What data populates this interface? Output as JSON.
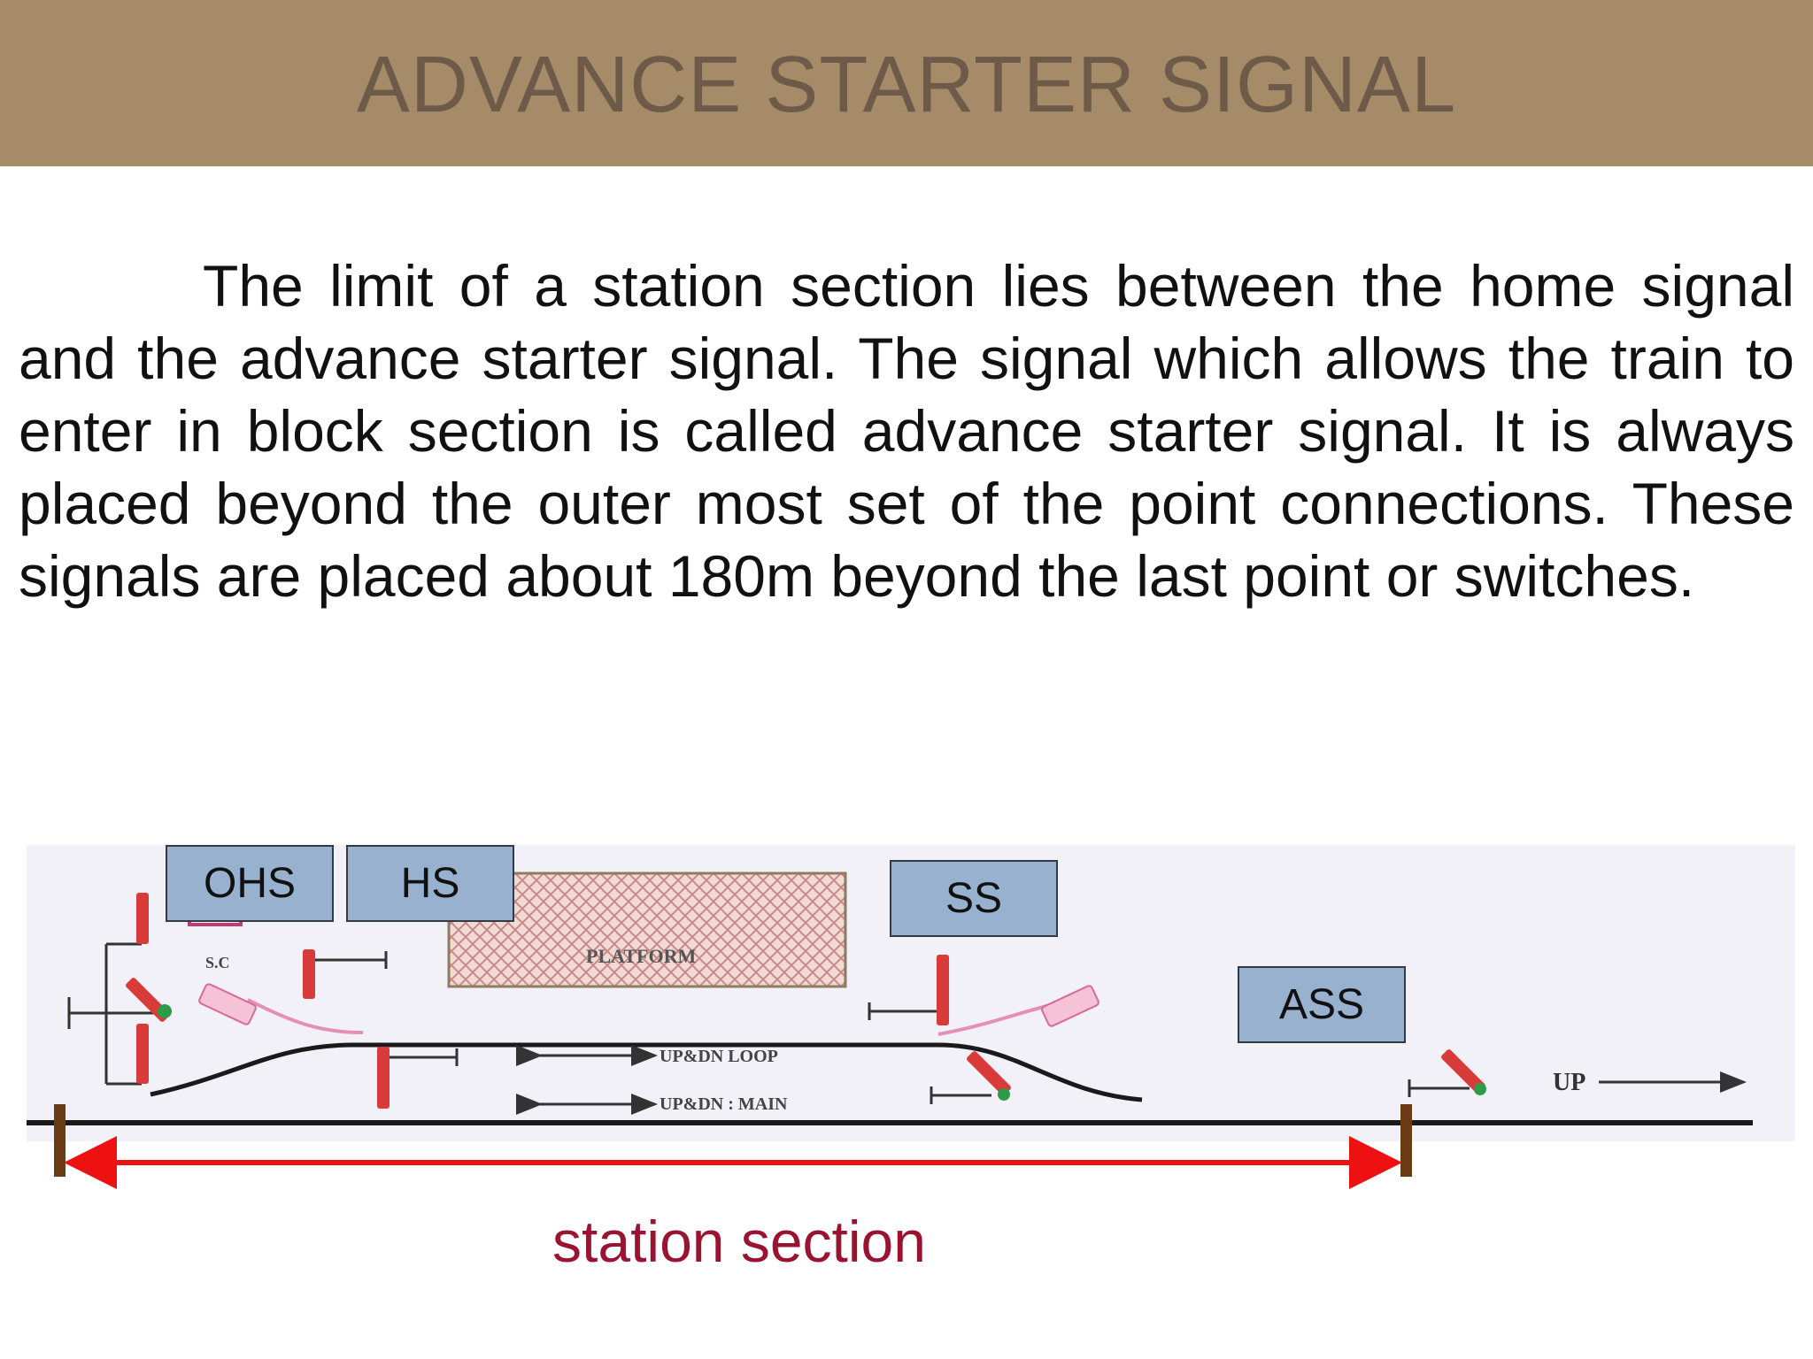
{
  "slide": {
    "title": "ADVANCE STARTER SIGNAL",
    "body": "The limit of a station section lies between the home signal and the advance starter signal. The signal which allows the train to enter in block section is called advance starter signal. It is always placed beyond the outer most set of the point connections. These signals are placed about 180m beyond the last point or switches."
  },
  "diagram": {
    "labels": {
      "ohs": "OHS",
      "hs": "HS",
      "ss": "SS",
      "ass": "ASS"
    },
    "track_text": {
      "sc": "S.C",
      "platform": "PLATFORM",
      "loop": "UP&DN  LOOP",
      "main": "UP&DN  :  MAIN",
      "up": "UP"
    },
    "section_label": "station section"
  },
  "colors": {
    "header": "#a68b68",
    "title": "#6e5a49",
    "label_box": "#97b1cf",
    "section_arrow": "#ee1111",
    "section_label": "#9a1431",
    "signal_red": "#d93a3a"
  }
}
